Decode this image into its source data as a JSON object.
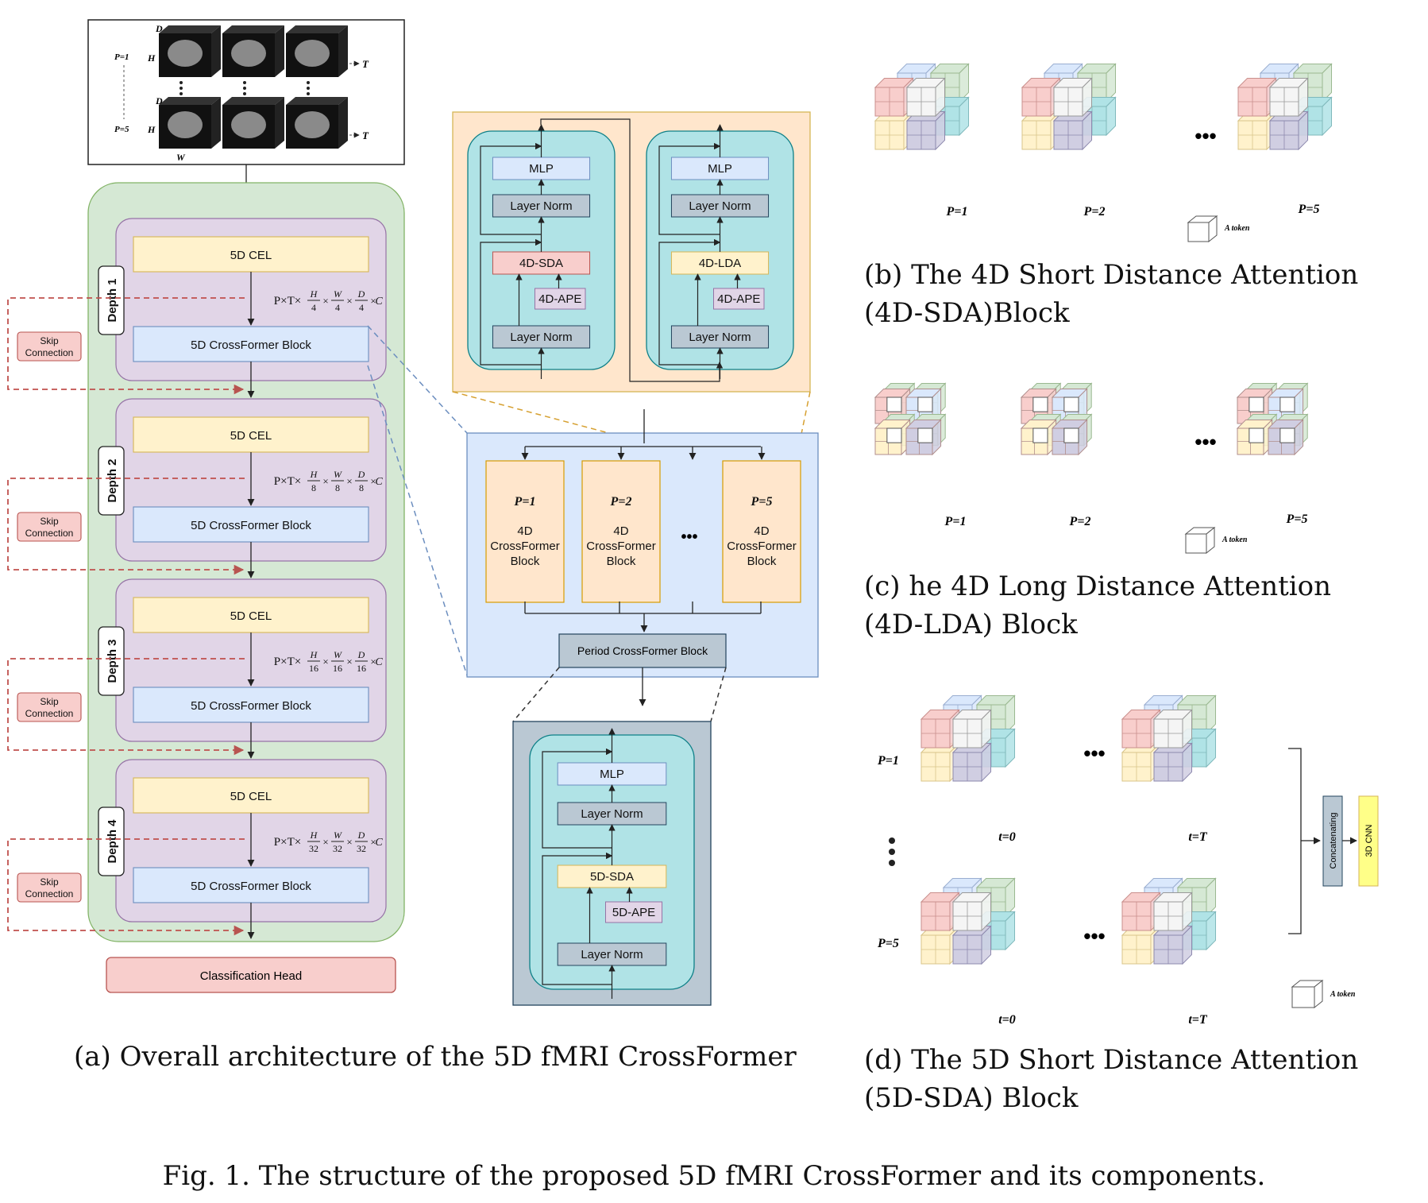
{
  "figure_caption": "Fig. 1.  The structure of the proposed 5D fMRI CrossFormer and its components.",
  "captions": {
    "a": "(a) Overall architecture of the 5D fMRI CrossFormer",
    "b": "(b) The 4D Short Distance Attention (4D-SDA)Block",
    "c": "(c) he 4D Long Distance Attention (4D-LDA) Block",
    "d": "(d) The 5D Short Distance Attention (5D-SDA) Block"
  },
  "input": {
    "p_top": "P=1",
    "p_bottom": "P=5",
    "d": "D",
    "h": "H",
    "w": "W",
    "t": "T"
  },
  "depths": [
    {
      "label": "Depth 1",
      "cel": "5D CEL",
      "block": "5D CrossFormer Block",
      "div": "4"
    },
    {
      "label": "Depth 2",
      "cel": "5D CEL",
      "block": "5D CrossFormer Block",
      "div": "8"
    },
    {
      "label": "Depth 3",
      "cel": "5D CEL",
      "block": "5D CrossFormer Block",
      "div": "16"
    },
    {
      "label": "Depth 4",
      "cel": "5D CEL",
      "block": "5D CrossFormer Block",
      "div": "32"
    }
  ],
  "shape_prefix": "P×T×",
  "skip": {
    "line1": "Skip",
    "line2": "Connection"
  },
  "classification_head": "Classification Head",
  "period_blocks": [
    {
      "p": "P=1",
      "l1": "4D",
      "l2": "CrossFormer",
      "l3": "Block"
    },
    {
      "p": "P=2",
      "l1": "4D",
      "l2": "CrossFormer",
      "l3": "Block"
    },
    {
      "p": "P=5",
      "l1": "4D",
      "l2": "CrossFormer",
      "l3": "Block"
    }
  ],
  "dots": "•••",
  "period_crossformer": "Period CrossFormer Block",
  "sda_block": {
    "mlp": "MLP",
    "norm": "Layer Norm",
    "attn": "4D-SDA",
    "ape": "4D-APE"
  },
  "lda_block": {
    "mlp": "MLP",
    "norm": "Layer Norm",
    "attn": "4D-LDA",
    "ape": "4D-APE"
  },
  "sda5_block": {
    "mlp": "MLP",
    "norm": "Layer Norm",
    "attn": "5D-SDA",
    "ape": "5D-APE"
  },
  "b_labels": [
    "P=1",
    "P=2",
    "P=5"
  ],
  "c_labels": [
    "P=1",
    "P=2",
    "P=5"
  ],
  "d_labels": {
    "p1": "P=1",
    "p5": "P=5",
    "t0": "t=0",
    "tT": "t=T"
  },
  "token_label": "A token",
  "concat": "Concatenating",
  "cnn": "3D CNN",
  "colors": {
    "green_bg": "#d5e8d4",
    "purple_bg": "#e1d5e7",
    "yellow": "#fff2cc",
    "blue_box": "#dae8fc",
    "red_box": "#f8cecc",
    "teal": "#b0e3e6",
    "orange_bg": "#ffe6cc",
    "grey": "#bac8d3",
    "skip_red": "#c0504d"
  }
}
